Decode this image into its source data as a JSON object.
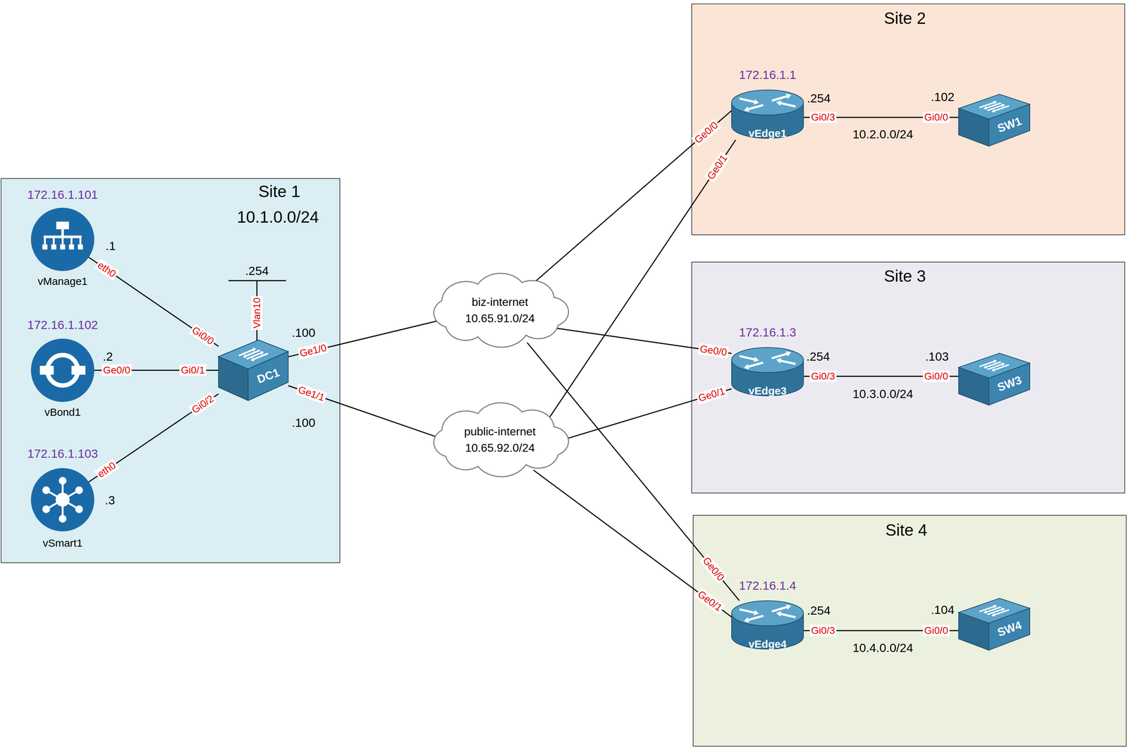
{
  "diagram": {
    "nodes": [
      {
        "text": [
          "Site 1",
          "10.1.0.0/24"
        ]
      },
      {
        "text": [
          "172.16.1.101",
          "vManage1"
        ],
        "in": 0
      },
      {
        "text": [
          "172.16.1.102",
          "vBond1"
        ],
        "in": 0
      },
      {
        "text": [
          "172.16.1.103",
          "vSmart1"
        ],
        "in": 0
      },
      {
        "text": [
          "DC1"
        ],
        "in": 0
      },
      {
        "text": [
          "biz-internet",
          "10.65.91.0/24"
        ]
      },
      {
        "text": [
          "public-internet",
          "10.65.92.0/24"
        ]
      },
      {
        "text": [
          "Site 2"
        ]
      },
      {
        "text": [
          "172.16.1.1",
          "vEdge1"
        ],
        "in": 7
      },
      {
        "text": [
          "SW1"
        ],
        "in": 7
      },
      {
        "text": [
          "Site 3"
        ]
      },
      {
        "text": [
          "172.16.1.3",
          "vEdge3"
        ],
        "in": 10
      },
      {
        "text": [
          "SW3"
        ],
        "in": 10
      },
      {
        "text": [
          "Site 4"
        ]
      },
      {
        "text": [
          "172.16.1.4",
          "vEdge4"
        ],
        "in": 13
      },
      {
        "text": [
          "SW4"
        ],
        "in": 13
      }
    ],
    "edges": [
      {
        "from": 1,
        "to": 4,
        "arrow": "none"
      },
      {
        "from": 2,
        "to": 4,
        "arrow": "none"
      },
      {
        "from": 3,
        "to": 4,
        "arrow": "none"
      },
      {
        "from": 4,
        "to": 5,
        "arrow": "none"
      },
      {
        "from": 4,
        "to": 6,
        "arrow": "none"
      },
      {
        "from": 5,
        "to": 8,
        "arrow": "none"
      },
      {
        "from": 6,
        "to": 8,
        "arrow": "none"
      },
      {
        "from": 5,
        "to": 11,
        "arrow": "none"
      },
      {
        "from": 6,
        "to": 11,
        "arrow": "none"
      },
      {
        "from": 5,
        "to": 14,
        "arrow": "none"
      },
      {
        "from": 6,
        "to": 14,
        "arrow": "none"
      },
      {
        "from": 8,
        "to": 9,
        "label": "10.2.0.0/24",
        "arrow": "none"
      },
      {
        "from": 11,
        "to": 12,
        "label": "10.3.0.0/24",
        "arrow": "none"
      },
      {
        "from": 14,
        "to": 15,
        "label": "10.4.0.0/24",
        "arrow": "none"
      }
    ],
    "labels": [
      ".1",
      "eth0",
      "Gi0/0",
      ".254",
      "Vlan10",
      ".2",
      "Ge0/0",
      "Gi0/1",
      "Gi0/2",
      ".3",
      "eth0",
      ".100",
      "Ge1/0",
      "Ge1/1",
      ".100",
      "Ge0/0",
      "Ge0/1",
      ".254",
      "Gi0/3",
      ".102",
      "Gi0/0",
      "Ge0/0",
      "Ge0/1",
      ".254",
      "Gi0/3",
      ".103",
      "Gi0/0",
      "Ge0/0",
      "Ge0/1",
      ".254",
      "Gi0/3",
      ".104",
      "Gi0/0"
    ]
  }
}
